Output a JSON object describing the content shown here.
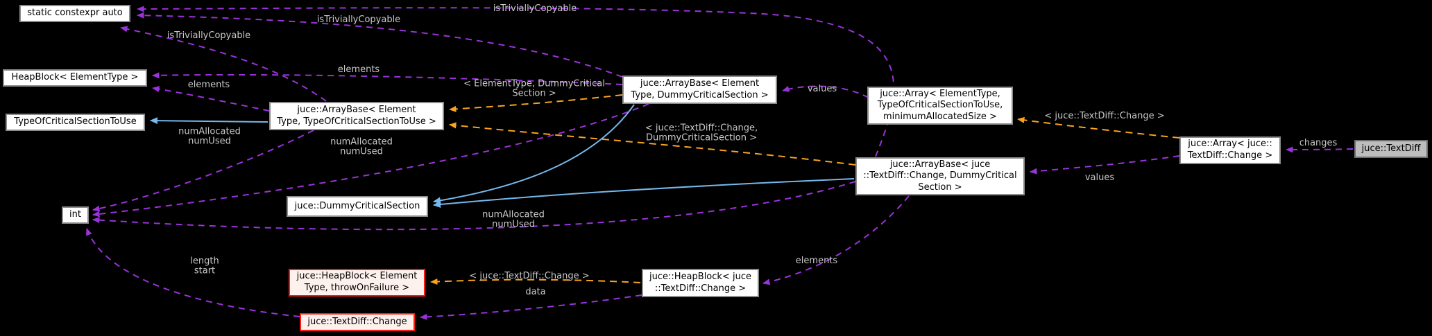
{
  "diagram": {
    "kind": "doxygen-collaboration-graph",
    "current_class": "juce::TextDiff",
    "colors": {
      "background": "#000000",
      "usage_edge": "#9B33DB",
      "template_edge": "#F9A41F",
      "inheritance_edge": "#74B8EC",
      "node_fill": "#FFFFFF",
      "node_border": "#8C8C8C",
      "highlight_node_border": "#FF1814",
      "highlight_node_fill": "#FDF1ED",
      "current_node_fill": "#BDBDBD",
      "edge_label_color": "#C9C9C9"
    },
    "nodes": {
      "static_auto": "static constexpr auto",
      "heapblock_et": "HeapBlock< ElementType >",
      "tocs": "TypeOfCriticalSectionToUse",
      "arraybase_et_tocs": "juce::ArrayBase< Element\nType, TypeOfCriticalSectionToUse >",
      "arraybase_et_dcs": "juce::ArrayBase< Element\nType, DummyCriticalSection >",
      "array_et": "juce::Array< ElementType,\nTypeOfCriticalSectionToUse,\nminimumAllocatedSize >",
      "arraybase_tdc_dcs": "juce::ArrayBase< juce\n::TextDiff::Change, DummyCritical\nSection >",
      "dummy_cs": "juce::DummyCriticalSection",
      "int": "int",
      "heapblock_red": "juce::HeapBlock< Element\nType, throwOnFailure >",
      "textdiff_change": "juce::TextDiff::Change",
      "heapblock_tdc": "juce::HeapBlock< juce\n::TextDiff::Change >",
      "array_tdc": "juce::Array< juce::\nTextDiff::Change >",
      "textdiff": "juce::TextDiff"
    },
    "edge_labels": {
      "itc1": "isTriviallyCopyable",
      "itc2": "isTriviallyCopyable",
      "itc3": "isTriviallyCopyable",
      "elements1": "elements",
      "elements2": "elements",
      "elements3": "elements",
      "tmpl_et_dcs": "< ElementType, DummyCritical\nSection >",
      "tmpl_tdc_dcs": "< juce::TextDiff::Change,\nDummyCriticalSection >",
      "tmpl_tdc_mid": "< juce::TextDiff::Change >",
      "tmpl_tdc_bottom": "< juce::TextDiff::Change >",
      "values1": "values",
      "values2": "values",
      "num1": "numAllocated\nnumUsed",
      "num2": "numAllocated\nnumUsed",
      "num3": "numAllocated\nnumUsed",
      "length_start": "length\nstart",
      "data": "data",
      "changes": "changes"
    }
  }
}
